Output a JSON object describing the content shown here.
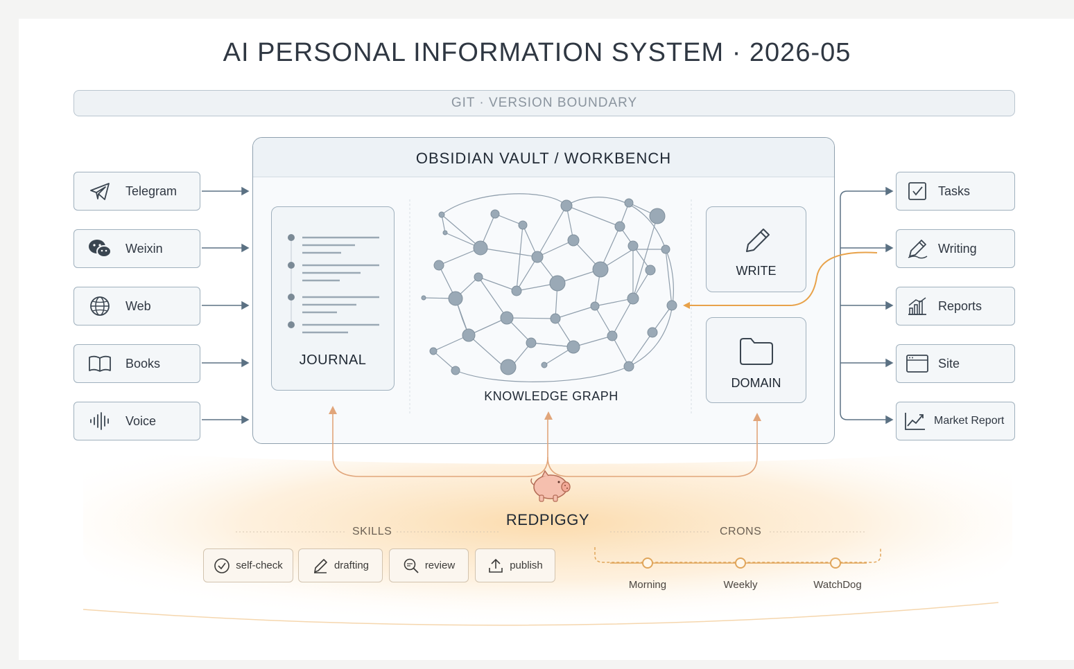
{
  "title": "AI PERSONAL INFORMATION SYSTEM · 2026-05",
  "git_boundary": "GIT · VERSION BOUNDARY",
  "vault": {
    "header": "OBSIDIAN VAULT / WORKBENCH",
    "journal": "JOURNAL",
    "knowledge_graph": "KNOWLEDGE GRAPH",
    "write": "WRITE",
    "domain": "DOMAIN"
  },
  "inputs": [
    {
      "label": "Telegram",
      "icon": "telegram-icon"
    },
    {
      "label": "Weixin",
      "icon": "wechat-icon"
    },
    {
      "label": "Web",
      "icon": "globe-icon"
    },
    {
      "label": "Books",
      "icon": "book-icon"
    },
    {
      "label": "Voice",
      "icon": "voice-waveform-icon"
    }
  ],
  "outputs": [
    {
      "label": "Tasks",
      "icon": "checkbox-icon"
    },
    {
      "label": "Writing",
      "icon": "pen-icon"
    },
    {
      "label": "Reports",
      "icon": "bar-chart-icon"
    },
    {
      "label": "Site",
      "icon": "browser-window-icon"
    },
    {
      "label": "Market Report",
      "icon": "line-chart-icon"
    }
  ],
  "agent": {
    "name": "REDPIGGY",
    "icon": "piggy-icon"
  },
  "skills": {
    "label": "SKILLS",
    "items": [
      {
        "label": "self-check",
        "icon": "check-circle-icon"
      },
      {
        "label": "drafting",
        "icon": "pencil-icon"
      },
      {
        "label": "review",
        "icon": "magnifier-icon"
      },
      {
        "label": "publish",
        "icon": "upload-icon"
      }
    ]
  },
  "crons": {
    "label": "CRONS",
    "items": [
      "Morning",
      "Weekly",
      "WatchDog"
    ]
  },
  "colors": {
    "accent": "#e8a24a",
    "line": "#5b7183",
    "border": "#9fb0bd"
  }
}
